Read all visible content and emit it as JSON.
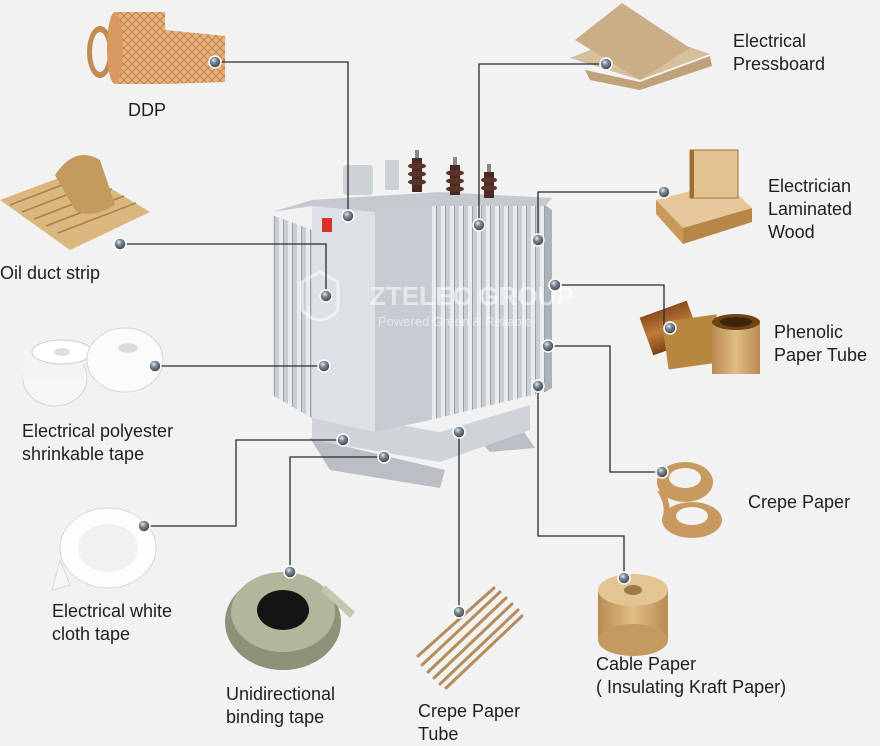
{
  "colors": {
    "background": "#f2f2f2",
    "transformer_body": "#d4d8dc",
    "leader_line": "#2b2b2b",
    "marker": "#5c6670",
    "kraft": "#c9a36a"
  },
  "watermark": {
    "brand": "ZTELEC GROUP",
    "slogan": "Powered Green & Reliable"
  },
  "materials": [
    {
      "id": "ddp",
      "lines": [
        "DDP"
      ]
    },
    {
      "id": "oil-duct-strip",
      "lines": [
        "Oil duct strip"
      ]
    },
    {
      "id": "polyester-tape",
      "lines": [
        "Electrical polyester",
        "shrinkable tape"
      ]
    },
    {
      "id": "white-cloth-tape",
      "lines": [
        "Electrical white",
        "cloth tape"
      ]
    },
    {
      "id": "binding-tape",
      "lines": [
        "Unidirectional",
        "binding tape"
      ]
    },
    {
      "id": "crepe-paper-tube",
      "lines": [
        "Crepe Paper",
        "Tube"
      ]
    },
    {
      "id": "cable-paper",
      "lines": [
        "Cable Paper",
        "( Insulating Kraft Paper)"
      ]
    },
    {
      "id": "crepe-paper",
      "lines": [
        "Crepe Paper"
      ]
    },
    {
      "id": "phenolic-tube",
      "lines": [
        "Phenolic",
        "Paper Tube"
      ]
    },
    {
      "id": "laminated-wood",
      "lines": [
        "Electrician",
        "Laminated",
        "Wood"
      ]
    },
    {
      "id": "pressboard",
      "lines": [
        "Electrical",
        "Pressboard"
      ]
    }
  ]
}
